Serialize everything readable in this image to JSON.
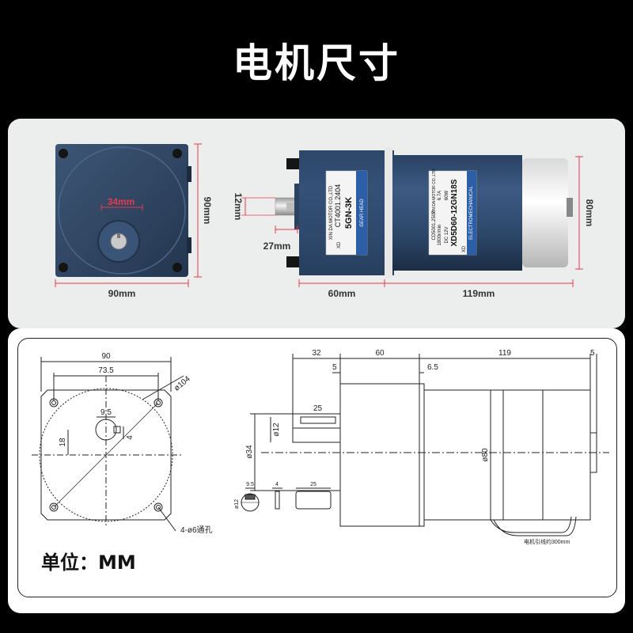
{
  "title": "电机尺寸",
  "photo": {
    "front_dim_width": "90mm",
    "front_dim_height": "90mm",
    "front_dim_shaft": "34mm",
    "side_dim_shaft_dia": "12mm",
    "side_dim_shaft_len": "27mm",
    "side_dim_gear_len": "60mm",
    "side_dim_motor_len": "119mm",
    "side_dim_motor_dia": "80mm",
    "gear_label": {
      "model": "5GN-3K",
      "tag": "GEAR HEAD",
      "brand": "XD",
      "cert": "CT4001.2404",
      "maker": "XIN DA MOTOR CO.,LTD"
    },
    "motor_label": {
      "model": "XD5D60-12GN18S",
      "tag": "ELECTROMECHANICAL",
      "brand": "XD",
      "voltage": "DC 12V",
      "power": "60W",
      "speed": "1800r/min",
      "current": "6.7A",
      "cert": "CD5001.2507",
      "maker": "XIN DA MOTOR CO.,LTD"
    }
  },
  "drawing": {
    "front": {
      "d_90": "90",
      "d_73_5": "73.5",
      "d_104": "ø104",
      "d_9_5": "9.5",
      "d_18": "18",
      "d_4": "4",
      "holes": "4-ø6通孔"
    },
    "side": {
      "d_32": "32",
      "d_60": "60",
      "d_119": "119",
      "d_5_end": "5",
      "d_5": "5",
      "d_6_5": "6.5",
      "d_25": "25",
      "d_34": "ø34",
      "d_12": "ø12",
      "d_80": "ø80",
      "lead": "电机引线约300mm"
    },
    "detail": {
      "d_9_5": "9.5",
      "d_4": "4",
      "d_25": "25",
      "d_12": "ø12"
    },
    "unit": "单位：MM"
  }
}
